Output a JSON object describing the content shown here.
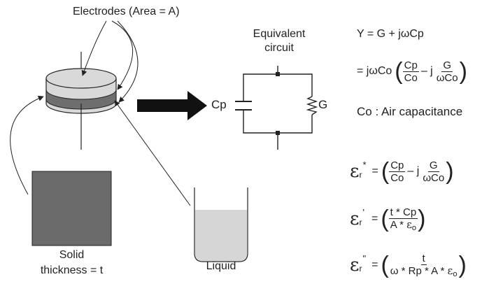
{
  "labels": {
    "electrodes": "Electrodes (Area = A)",
    "equivalent_circuit_line1": "Equivalent",
    "equivalent_circuit_line2": "circuit",
    "cp": "Cp",
    "g": "G",
    "solid_line1": "Solid",
    "solid_line2": "thickness = t",
    "liquid": "Liquid",
    "co_note": "Co : Air capacitance"
  },
  "equations": {
    "y_line": "Y = G + jωCp",
    "y2_prefix": "= jωCo",
    "y2_num1": "Cp",
    "y2_den1": "Co",
    "y2_mid": "– j",
    "y2_num2": "G",
    "y2_den2": "ωCo",
    "eps_symbol": "ε",
    "eps_sub": "r",
    "e1_sup": "*",
    "e1_num1": "Cp",
    "e1_den1": "Co",
    "e1_mid": "– j",
    "e1_num2": "G",
    "e1_den2": "ωCo",
    "e2_sup": "'",
    "e2_num": "t * Cp",
    "e2_den_prefix": "A * ",
    "e2_den_eps": "ε",
    "e2_den_sub": "o",
    "e3_sup": "\"",
    "e3_num": "t",
    "e3_den_prefix": "ω * Rp * A * ",
    "e3_den_eps": "ε",
    "e3_den_sub": "o",
    "equals": "=",
    "lparen": "(",
    "rparen": ")"
  },
  "colors": {
    "line": "#222222",
    "disk_top": "#d9d9d9",
    "disk_band": "#6e6e6e",
    "solid_fill": "#6b6b6b",
    "liquid_fill": "#d6d6d6"
  }
}
